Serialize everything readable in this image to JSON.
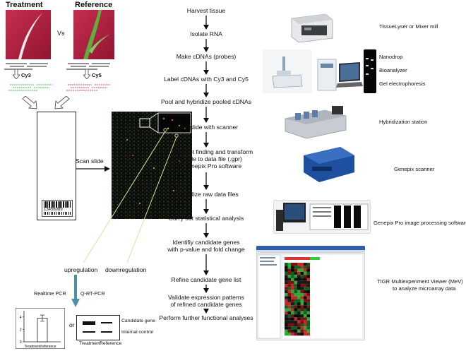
{
  "left": {
    "treatment_label": "Treatment",
    "vs_label": "Vs",
    "reference_label": "Reference",
    "cy3_label": "Cy3",
    "cy5_label": "Cy5",
    "scan_slide_label": "Scan slide",
    "barcode_number": "13456089",
    "upregulation_label": "upregulation",
    "downregulation_label": "downregulation",
    "realtime_pcr_label": "Realtime PCR",
    "or_label": "or",
    "qrtpcr_label": "Q-RT-PCR",
    "chart_ylabel": "Treatment/reference",
    "gel_treatment_label": "Treatment",
    "gel_reference_label": "Reference",
    "candidate_gene_label": "Candidate gene",
    "internal_control_label": "Internal control"
  },
  "chart_data": {
    "type": "bar",
    "categories": [
      ""
    ],
    "values": [
      3.8
    ],
    "error": [
      0.5
    ],
    "yticks": [
      "0",
      "2",
      "4"
    ],
    "ylim": [
      0,
      5
    ],
    "title": "",
    "xlabel": "",
    "ylabel": "Treatment/reference"
  },
  "steps": [
    {
      "text": "Harvest tissue"
    },
    {
      "text": "Isolate RNA"
    },
    {
      "text": "Make cDNAs (probes)"
    },
    {
      "text": "Label cDNAs with Cy3 and Cy5"
    },
    {
      "text": "Pool and hybridize pooled cDNAs"
    },
    {
      "text": "Scan slide with scanner"
    },
    {
      "line1": "Perform spot finding and transform",
      "line2": "image file to data file (.gpr)",
      "line3": "with Genepix Pro software"
    },
    {
      "text": "Normalize raw data files"
    },
    {
      "text": "Carry out statistical analysis"
    },
    {
      "line1": "Identifiy candidate genes",
      "line2": "with p-value and fold change"
    },
    {
      "text": "Refine candidate gene list"
    },
    {
      "line1": "Validate expression patterns",
      "line2": "of refined candidate genes"
    },
    {
      "text": "Perform further functional analyses"
    }
  ],
  "equipment": {
    "tissuelyser": "TissueLyser or Mixer mill",
    "nanodrop": "Nanodrop",
    "bioanalyzer": "Bioanalyzer",
    "gel": "Gel electrophoresis",
    "hyb_station": "Hybridization station",
    "genepix_scanner": "Genepix scanner",
    "genepix_software": "Genepix Pro image processing software",
    "mev_line1": "TIGR Multiexperiment Viewer (MeV)",
    "mev_line2": "to analyze microarray data"
  },
  "colors": {
    "leaf_background": "#b51f3f",
    "cy3_green": "#3fbf4f",
    "cy5_red": "#e0455b",
    "pointer_yellow": "#d8e49a",
    "teal_arrow": "#4c8fa8",
    "scanner_blue": "#1f4f9f"
  }
}
